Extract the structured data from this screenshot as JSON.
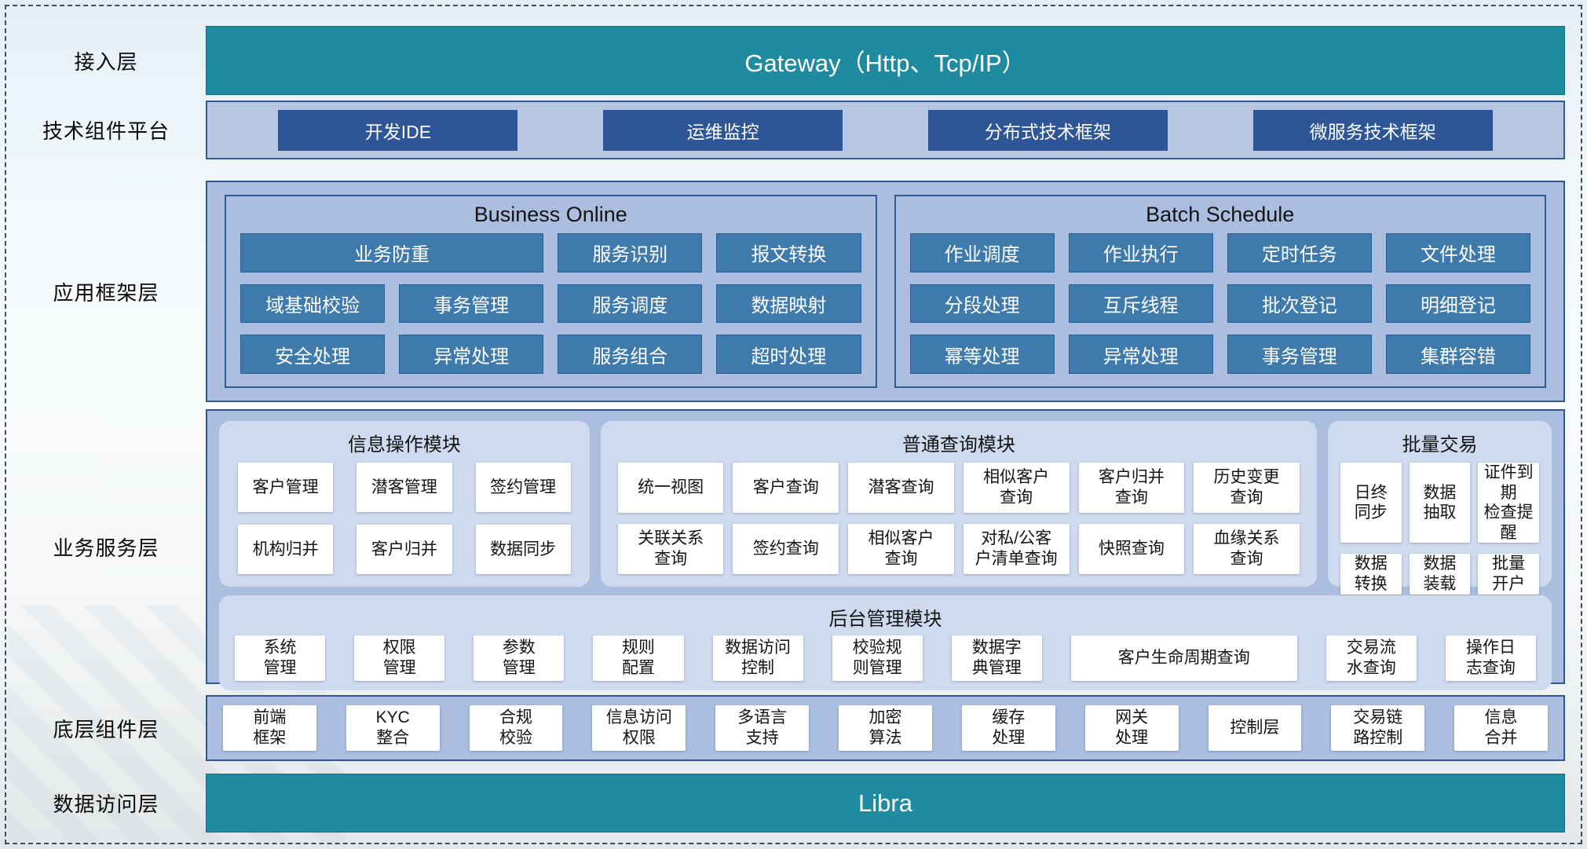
{
  "colors": {
    "teal_accent": "#1f8ba0",
    "dark_blue_button": "#2e5697",
    "steel_blue_button": "#3e7aac",
    "panel_blue": "#abbedf",
    "tech_panel_blue": "#b7c7e2",
    "card_blue": "#cfdaef"
  },
  "layers": {
    "access": {
      "label": "接入层",
      "bar": "Gateway（Http、Tcp/IP）"
    },
    "tech": {
      "label": "技术组件平台",
      "items": [
        "开发IDE",
        "运维监控",
        "分布式技术框架",
        "微服务技术框架"
      ]
    },
    "app_framework": {
      "label": "应用框架层",
      "groups": [
        {
          "title": "Business Online",
          "items": [
            {
              "label": "业务防重",
              "span": 2
            },
            {
              "label": "服务识别"
            },
            {
              "label": "报文转换"
            },
            {
              "label": "域基础校验"
            },
            {
              "label": "事务管理"
            },
            {
              "label": "服务调度"
            },
            {
              "label": "数据映射"
            },
            {
              "label": "安全处理"
            },
            {
              "label": "异常处理"
            },
            {
              "label": "服务组合"
            },
            {
              "label": "超时处理"
            }
          ]
        },
        {
          "title": "Batch Schedule",
          "items": [
            {
              "label": "作业调度"
            },
            {
              "label": "作业执行"
            },
            {
              "label": "定时任务"
            },
            {
              "label": "文件处理"
            },
            {
              "label": "分段处理"
            },
            {
              "label": "互斥线程"
            },
            {
              "label": "批次登记"
            },
            {
              "label": "明细登记"
            },
            {
              "label": "幂等处理"
            },
            {
              "label": "异常处理"
            },
            {
              "label": "事务管理"
            },
            {
              "label": "集群容错"
            }
          ]
        }
      ]
    },
    "business_service": {
      "label": "业务服务层",
      "modules": [
        {
          "title": "信息操作模块",
          "items": [
            "客户管理",
            "潜客管理",
            "签约管理",
            "机构归并",
            "客户归并",
            "数据同步"
          ]
        },
        {
          "title": "普通查询模块",
          "items": [
            "统一视图",
            "客户查询",
            "潜客查询",
            "相似客户\n查询",
            "客户归并\n查询",
            "历史变更\n查询",
            "关联关系\n查询",
            "签约查询",
            "相似客户\n查询",
            "对私/公客\n户清单查询",
            "快照查询",
            "血缘关系\n查询"
          ]
        },
        {
          "title": "批量交易",
          "items": [
            "日终\n同步",
            "数据\n抽取",
            "证件到期\n检查提醒",
            "数据\n转换",
            "数据\n装载",
            "批量\n开户"
          ]
        }
      ],
      "admin": {
        "title": "后台管理模块",
        "items": [
          {
            "label": "系统\n管理"
          },
          {
            "label": "权限\n管理"
          },
          {
            "label": "参数\n管理"
          },
          {
            "label": "规则\n配置"
          },
          {
            "label": "数据访问\n控制"
          },
          {
            "label": "校验规\n则管理"
          },
          {
            "label": "数据字\n典管理"
          },
          {
            "label": "客户生命周期查询",
            "wide": true
          },
          {
            "label": "交易流\n水查询"
          },
          {
            "label": "操作日\n志查询"
          }
        ]
      }
    },
    "base_components": {
      "label": "底层组件层",
      "items": [
        "前端\n框架",
        "KYC\n整合",
        "合规\n校验",
        "信息访问\n权限",
        "多语言\n支持",
        "加密\n算法",
        "缓存\n处理",
        "网关\n处理",
        "控制层",
        "交易链\n路控制",
        "信息\n合并"
      ]
    },
    "data_access": {
      "label": "数据访问层",
      "bar": "Libra"
    }
  }
}
